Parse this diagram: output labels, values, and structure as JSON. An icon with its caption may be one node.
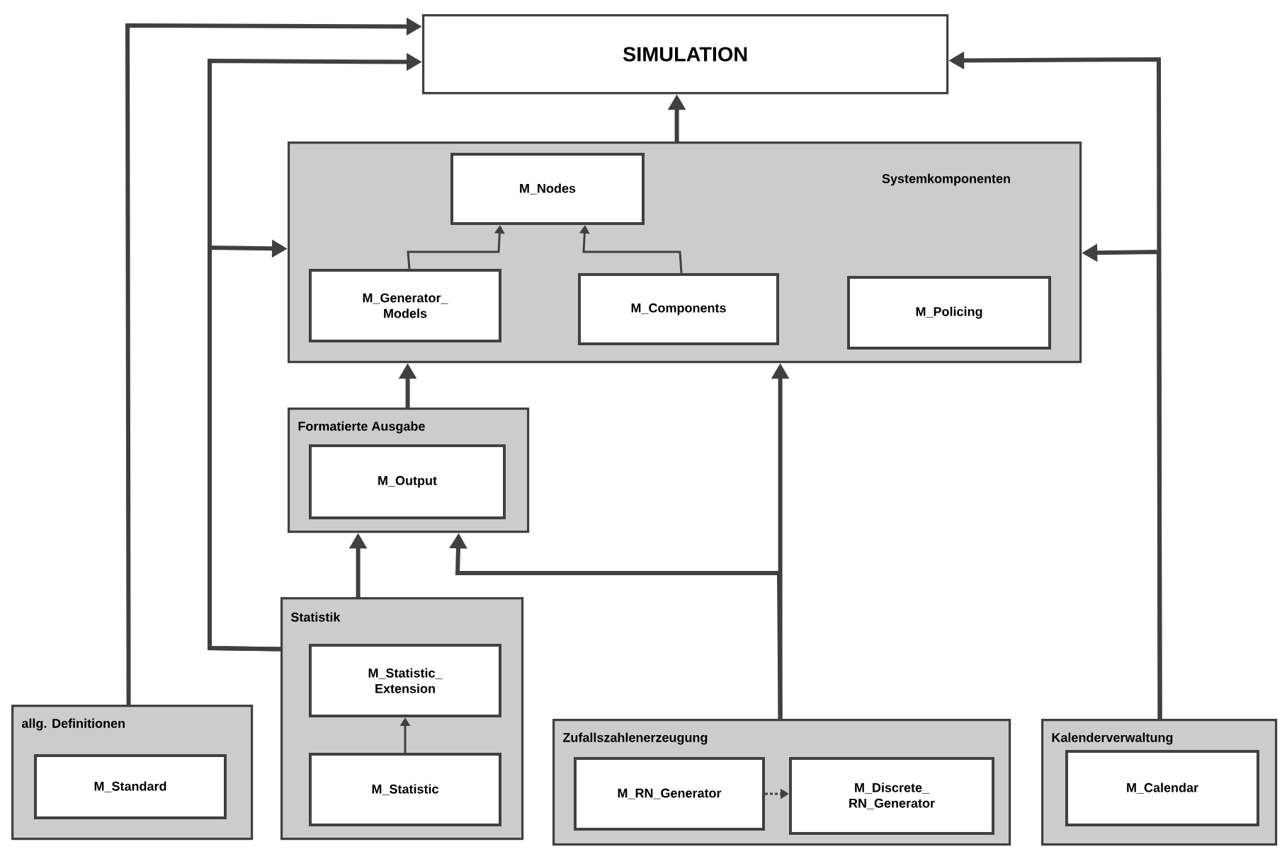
{
  "diagram": {
    "nodes": [
      {
        "text": [
          "SIMULATION"
        ]
      },
      {
        "text": [
          "Systemkomponenten"
        ]
      },
      {
        "text": [
          "M_Nodes"
        ],
        "in": 1
      },
      {
        "text": [
          "M_Generator_ Models"
        ],
        "in": 1
      },
      {
        "text": [
          "M_Components"
        ],
        "in": 1
      },
      {
        "text": [
          "M_Policing"
        ],
        "in": 1
      },
      {
        "text": [
          "Formatierte Ausgabe"
        ]
      },
      {
        "text": [
          "M_Output"
        ],
        "in": 6
      },
      {
        "text": [
          "Statistik"
        ]
      },
      {
        "text": [
          "M_Statistic_ Extension"
        ],
        "in": 8
      },
      {
        "text": [
          "M_Statistic"
        ],
        "in": 8
      },
      {
        "text": [
          "allg. Definitionen"
        ]
      },
      {
        "text": [
          "M_Standard"
        ],
        "in": 11
      },
      {
        "text": [
          "Zufallszahlenerzeugung"
        ]
      },
      {
        "text": [
          "M_RN_Generator"
        ],
        "in": 13
      },
      {
        "text": [
          "M_Discrete_ RN_Generator"
        ],
        "in": 13
      },
      {
        "text": [
          "Kalenderverwaltung"
        ]
      },
      {
        "text": [
          "M_Calendar"
        ],
        "in": 16
      }
    ],
    "edges": [
      {
        "from": 1,
        "to": 0,
        "arrow": "to"
      },
      {
        "from": 3,
        "to": 2,
        "arrow": "to"
      },
      {
        "from": 4,
        "to": 2,
        "arrow": "to"
      },
      {
        "from": 6,
        "to": 1,
        "arrow": "to"
      },
      {
        "from": 8,
        "to": 6,
        "arrow": "to"
      },
      {
        "from": 13,
        "to": 6,
        "arrow": "to"
      },
      {
        "from": 13,
        "to": 1,
        "arrow": "to"
      },
      {
        "from": 8,
        "to": 0,
        "arrow": "to"
      },
      {
        "from": 8,
        "to": 1,
        "arrow": "to"
      },
      {
        "from": 11,
        "to": 0,
        "arrow": "to"
      },
      {
        "from": 16,
        "to": 0,
        "arrow": "to"
      },
      {
        "from": 16,
        "to": 1,
        "arrow": "to"
      },
      {
        "from": 10,
        "to": 9,
        "arrow": "to"
      },
      {
        "from": 14,
        "to": 15,
        "arrow": "to",
        "style": "dashed"
      }
    ]
  }
}
